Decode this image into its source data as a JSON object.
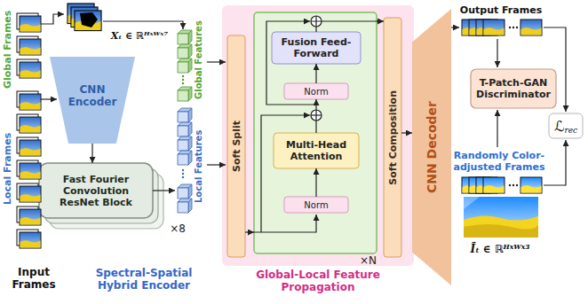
{
  "diagram": {
    "nodes": [
      {
        "text": [
          "CNN Encoder"
        ]
      },
      {
        "text": [
          "Fast Fourier Convolution ResNet Block"
        ]
      },
      {
        "text": [
          "Global-Local Feature Propagation"
        ]
      },
      {
        "text": [
          "Soft Split"
        ],
        "in": 2
      },
      {
        "text": [
          "×N"
        ],
        "in": 2
      },
      {
        "text": [
          "Fusion Feed-Forward"
        ],
        "in": 4
      },
      {
        "text": [
          "Norm"
        ],
        "in": 4
      },
      {
        "text": [
          "Multi-Head Attention"
        ],
        "in": 4
      },
      {
        "text": [
          "Norm"
        ],
        "in": 4
      },
      {
        "text": [
          "Soft Composition"
        ],
        "in": 2
      },
      {
        "text": [
          "CNN Decoder"
        ]
      },
      {
        "text": [
          "T-Patch-GAN Discriminator"
        ]
      },
      {
        "text": [
          "ℒ",
          "rec"
        ]
      }
    ],
    "edges": [
      {
        "from": 0,
        "to": 1,
        "arrow": "to"
      },
      {
        "from": 8,
        "to": 7,
        "arrow": "to"
      },
      {
        "from": 7,
        "to": 6,
        "arrow": "to"
      },
      {
        "from": 6,
        "to": 5,
        "arrow": "to"
      },
      {
        "from": 3,
        "to": 4,
        "arrow": "to"
      },
      {
        "from": 4,
        "to": 9,
        "arrow": "to"
      },
      {
        "from": 9,
        "to": 10,
        "arrow": "to"
      }
    ],
    "labels": [
      "Global Frames",
      "Local Frames",
      "Input Frames",
      "Xₜ ∈ ℝᴴˣᵂˣ⁷",
      "×8",
      "Spectral-Spatial Hybrid Encoder",
      "Global Features",
      "Local Features",
      "Output Frames",
      "Randomly Color-adjusted Frames",
      "Ĩₜ ∈ ℝᴴˣᵂˣ³"
    ]
  }
}
